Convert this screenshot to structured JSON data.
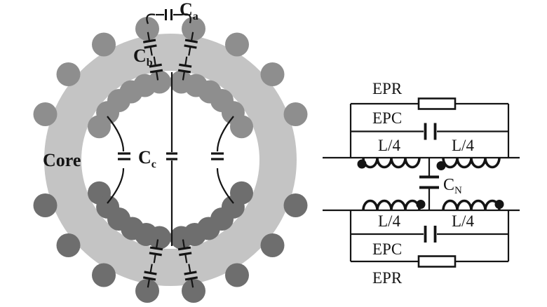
{
  "figure": {
    "background": "#ffffff"
  },
  "torus": {
    "core_label": "Core",
    "cap_a": {
      "base": "C",
      "sub": "a"
    },
    "cap_b": {
      "base": "C",
      "sub": "b"
    },
    "cap_c": {
      "base": "C",
      "sub": "c"
    },
    "colors": {
      "ring": "#c4c4c4",
      "winding_upper": "#8e8e8e",
      "winding_lower": "#6e6e6e",
      "line": "#141414"
    }
  },
  "circuit": {
    "labels": {
      "epr_top": "EPR",
      "epc_top": "EPC",
      "l4_top_left": "L/4",
      "l4_top_right": "L/4",
      "l4_bottom_left": "L/4",
      "l4_bottom_right": "L/4",
      "epc_bottom": "EPC",
      "epr_bottom": "EPR",
      "cap_n": {
        "base": "C",
        "sub": "N"
      }
    },
    "color": "#141414"
  }
}
